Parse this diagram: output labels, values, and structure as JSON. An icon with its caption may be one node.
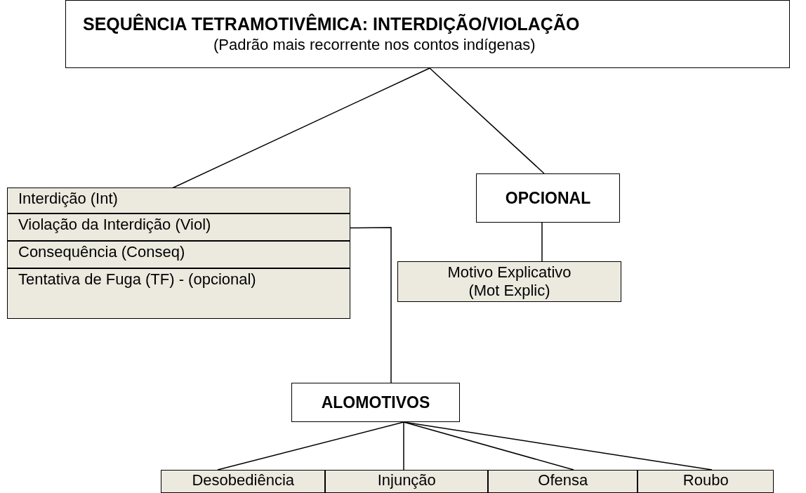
{
  "diagram": {
    "nodes": [
      {
        "text": [
          "SEQUÊNCIA TETRAMOTIVÊMICA: INTERDIÇÃO/VIOLAÇÃO",
          "(Padrão mais recorrente nos contos indígenas)"
        ]
      },
      {
        "text": [
          "Interdição (Int)"
        ]
      },
      {
        "text": [
          "Violação da Interdição (Viol)"
        ]
      },
      {
        "text": [
          "Consequência (Conseq)"
        ]
      },
      {
        "text": [
          "Tentativa de Fuga (TF) - (opcional)"
        ]
      },
      {
        "text": [
          "OPCIONAL"
        ]
      },
      {
        "text": [
          "Motivo Explicativo (Mot Explic)"
        ]
      },
      {
        "text": [
          "ALOMOTIVOS"
        ]
      },
      {
        "text": [
          "Desobediência"
        ]
      },
      {
        "text": [
          "Injunção"
        ]
      },
      {
        "text": [
          "Ofensa"
        ]
      },
      {
        "text": [
          "Roubo"
        ]
      }
    ],
    "edges": [
      {
        "from": 0,
        "to": 1,
        "arrow": "none"
      },
      {
        "from": 0,
        "to": 5,
        "arrow": "none"
      },
      {
        "from": 2,
        "to": 7,
        "arrow": "none"
      },
      {
        "from": 5,
        "to": 6,
        "arrow": "none"
      },
      {
        "from": 7,
        "to": 8,
        "arrow": "none"
      },
      {
        "from": 7,
        "to": 9,
        "arrow": "none"
      },
      {
        "from": 7,
        "to": 10,
        "arrow": "none"
      },
      {
        "from": 7,
        "to": 11,
        "arrow": "none"
      }
    ]
  }
}
